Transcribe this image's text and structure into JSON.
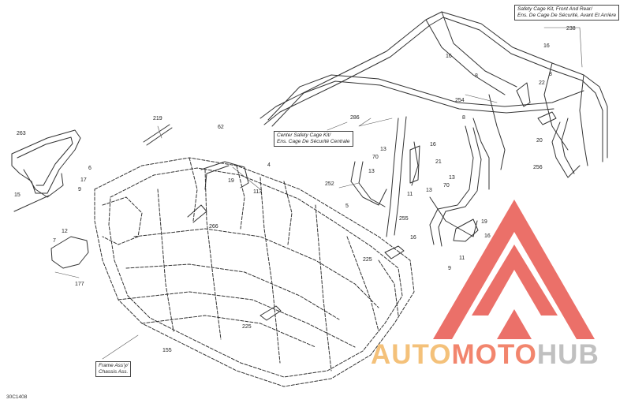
{
  "diagram": {
    "reference_code": "30C1408",
    "boxes": {
      "safety_cage": [
        "Safety Cage Kit, Front And Rear/",
        "Ens. De Cage De Sécurité, Avant Et Arrière"
      ],
      "center_cage": [
        "Center Safety Cage Kit/",
        "Ens. Cage De Sécurité Centrale"
      ],
      "frame": [
        "Frame Ass'y/",
        "Chassis Ass."
      ]
    },
    "callouts": {
      "c238": "238",
      "c16a": "16",
      "c16b": "16",
      "c8a": "8",
      "c8b": "8",
      "c8c": "8",
      "c22": "22",
      "c254": "254",
      "c286": "286",
      "c16c": "16",
      "c13a": "13",
      "c70a": "70",
      "c13b": "13",
      "c21": "21",
      "c20": "20",
      "c256": "256",
      "c252": "252",
      "c11a": "11",
      "c5": "5",
      "c255": "255",
      "c13c": "13",
      "c70b": "70",
      "c13d": "13",
      "c19a": "19",
      "c16d": "16",
      "c11b": "11",
      "c9": "9",
      "c16e": "16",
      "c225a": "225",
      "c62": "62",
      "c219": "219",
      "c4": "4",
      "c19b": "19",
      "c113": "113",
      "c266": "266",
      "c263": "263",
      "c6": "6",
      "c17": "17",
      "c9b": "9",
      "c15": "15",
      "c7": "7",
      "c12": "12",
      "c177": "177",
      "c225b": "225",
      "c155": "155"
    },
    "watermark": {
      "auto": "AUTO",
      "moto": "MOTO",
      "hub": "HUB"
    },
    "colors": {
      "watermark_red": "#e8584f",
      "watermark_orange": "#f4c17a",
      "watermark_grey": "#c0c0c0",
      "line": "#333333"
    }
  }
}
